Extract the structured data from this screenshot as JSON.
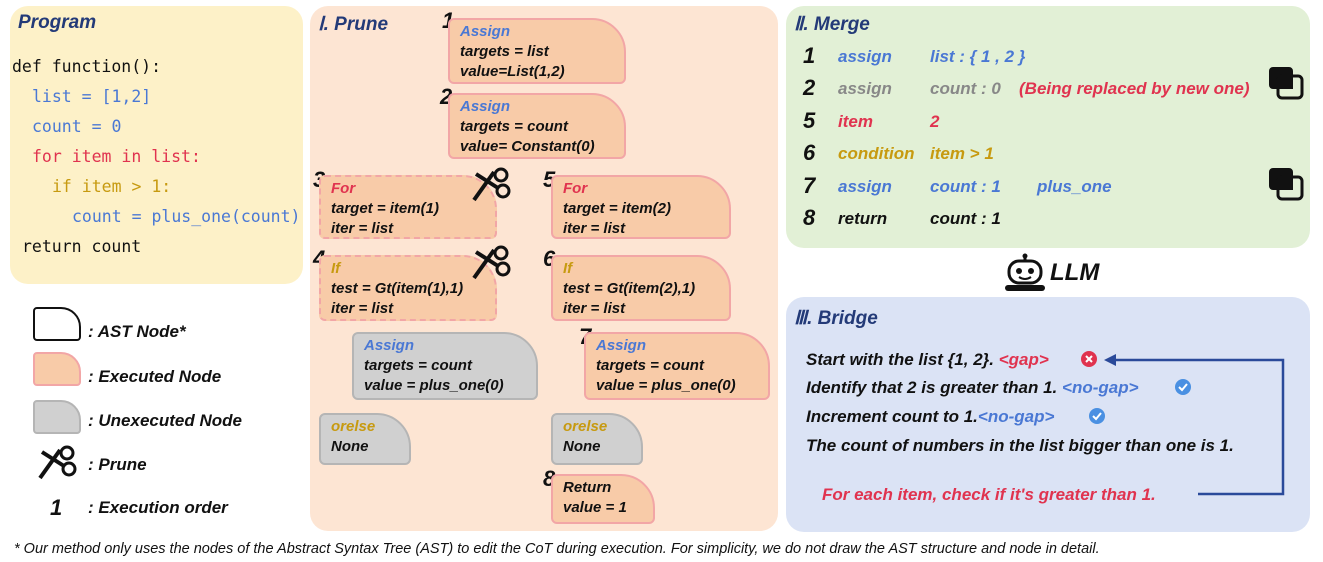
{
  "program": {
    "title": "Program",
    "lines": [
      "def function():",
      "list = [1,2]",
      "count = 0",
      "for item in list:",
      "if item > 1:",
      "count = plus_one(count)",
      "return count"
    ]
  },
  "legend": {
    "ast": ": AST Node*",
    "executed": ": Executed Node",
    "unexecuted": ": Unexecuted Node",
    "prune": ": Prune",
    "order_num": "1",
    "order": ": Execution order"
  },
  "prune": {
    "title": "Ⅰ. Prune",
    "n1": {
      "num": "1",
      "kw": "Assign",
      "l1": "targets = list",
      "l2": "value=List(1,2)"
    },
    "n2": {
      "num": "2",
      "kw": "Assign",
      "l1": "targets = count",
      "l2": "value= Constant(0)"
    },
    "n3": {
      "num": "3",
      "kw": "For",
      "l1": "target = item(1)",
      "l2": "iter = list"
    },
    "n4": {
      "num": "4",
      "kw": "If",
      "l1": "test = Gt(item(1),1)",
      "l2": "iter = list"
    },
    "n5": {
      "num": "5",
      "kw": "For",
      "l1": "target = item(2)",
      "l2": "iter = list"
    },
    "n6": {
      "num": "6",
      "kw": "If",
      "l1": "test = Gt(item(2),1)",
      "l2": "iter = list"
    },
    "na": {
      "kw": "Assign",
      "l1": "targets = count",
      "l2": "value = plus_one(0)"
    },
    "n7": {
      "num": "7",
      "kw": "Assign",
      "l1": "targets = count",
      "l2": "value = plus_one(0)"
    },
    "oe1": {
      "kw": "orelse",
      "l1": "None"
    },
    "oe2": {
      "kw": "orelse",
      "l1": "None"
    },
    "n8": {
      "num": "8",
      "kw": "Return",
      "l1": "value = 1"
    }
  },
  "merge": {
    "title": "Ⅱ. Merge",
    "rows": [
      {
        "num": "1",
        "op": "assign",
        "val": "list : { 1 , 2 }",
        "extra": ""
      },
      {
        "num": "2",
        "op": "assign",
        "val": "count : 0",
        "extra": "(Being replaced by new one)"
      },
      {
        "num": "5",
        "op": "item",
        "val": "2",
        "extra": ""
      },
      {
        "num": "6",
        "op": "condition",
        "val": "item > 1",
        "extra": ""
      },
      {
        "num": "7",
        "op": "assign",
        "val": "count : 1",
        "extra": "plus_one"
      },
      {
        "num": "8",
        "op": "return",
        "val": "count : 1",
        "extra": ""
      }
    ]
  },
  "llm": {
    "label": "LLM"
  },
  "bridge": {
    "title": "Ⅲ. Bridge",
    "l1": "Start with the list {1, 2}.",
    "l1_tag": "<gap>",
    "l2": "Identify that 2 is greater than 1.",
    "l2_tag": "<no-gap>",
    "l3": "Increment count to 1.",
    "l3_tag": "<no-gap>",
    "l4": "The count of numbers in the list bigger than one is 1.",
    "insert": "For each item, check if it's greater than 1."
  },
  "footnote": "* Our method only uses the nodes of the Abstract Syntax Tree (AST) to edit the CoT during execution. For simplicity, we do not draw the AST structure and node in detail."
}
